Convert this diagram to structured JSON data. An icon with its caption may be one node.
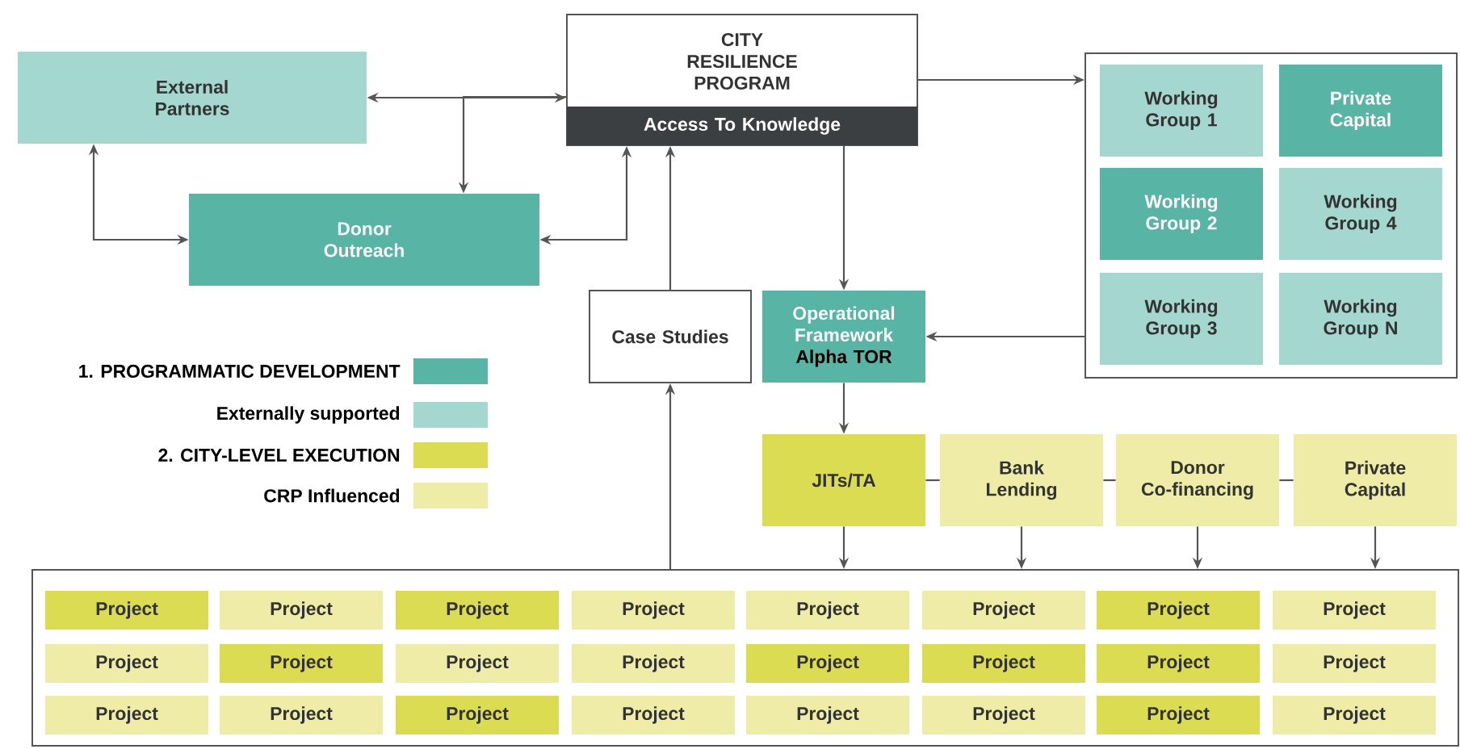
{
  "diagram": {
    "nodes": [
      {
        "text": [
          "External Partners"
        ]
      },
      {
        "text": [
          "CITY RESILIENCE PROGRAM",
          "Access To Knowledge"
        ]
      },
      {
        "text": [
          "Donor Outreach"
        ]
      },
      {
        "text": [],
        "shape": "box"
      },
      {
        "text": [
          "Working Group 1"
        ],
        "in": 3
      },
      {
        "text": [
          "Private Capital"
        ],
        "in": 3
      },
      {
        "text": [
          "Working Group 2"
        ],
        "in": 3
      },
      {
        "text": [
          "Working Group 4"
        ],
        "in": 3
      },
      {
        "text": [
          "Working Group 3"
        ],
        "in": 3
      },
      {
        "text": [
          "Working Group N"
        ],
        "in": 3
      },
      {
        "text": [
          "Case Studies"
        ]
      },
      {
        "text": [
          "Operational Framework",
          "Alpha TOR"
        ]
      },
      {
        "text": [
          "JITs/TA"
        ]
      },
      {
        "text": [
          "Bank Lending"
        ]
      },
      {
        "text": [
          "Donor Co-financing"
        ]
      },
      {
        "text": [
          "Private Capital"
        ]
      },
      {
        "text": [],
        "shape": "box"
      },
      {
        "text": [
          "Project"
        ],
        "in": 16
      },
      {
        "text": [
          "Project"
        ],
        "in": 16
      },
      {
        "text": [
          "Project"
        ],
        "in": 16
      },
      {
        "text": [
          "Project"
        ],
        "in": 16
      },
      {
        "text": [
          "Project"
        ],
        "in": 16
      },
      {
        "text": [
          "Project"
        ],
        "in": 16
      },
      {
        "text": [
          "Project"
        ],
        "in": 16
      },
      {
        "text": [
          "Project"
        ],
        "in": 16
      },
      {
        "text": [
          "Project"
        ],
        "in": 16
      },
      {
        "text": [
          "Project"
        ],
        "in": 16
      },
      {
        "text": [
          "Project"
        ],
        "in": 16
      },
      {
        "text": [
          "Project"
        ],
        "in": 16
      },
      {
        "text": [
          "Project"
        ],
        "in": 16
      },
      {
        "text": [
          "Project"
        ],
        "in": 16
      },
      {
        "text": [
          "Project"
        ],
        "in": 16
      },
      {
        "text": [
          "Project"
        ],
        "in": 16
      },
      {
        "text": [
          "Project"
        ],
        "in": 16
      },
      {
        "text": [
          "Project"
        ],
        "in": 16
      },
      {
        "text": [
          "Project"
        ],
        "in": 16
      },
      {
        "text": [
          "Project"
        ],
        "in": 16
      },
      {
        "text": [
          "Project"
        ],
        "in": 16
      },
      {
        "text": [
          "Project"
        ],
        "in": 16
      },
      {
        "text": [
          "Project"
        ],
        "in": 16
      },
      {
        "text": [
          "Project"
        ],
        "in": 16
      }
    ],
    "edges": [
      {
        "from": 0,
        "to": 1,
        "arrow": "both"
      },
      {
        "from": 1,
        "to": 2,
        "arrow": "to"
      },
      {
        "from": 0,
        "to": 2,
        "arrow": "both"
      },
      {
        "from": 2,
        "to": 1,
        "arrow": "both"
      },
      {
        "from": 1,
        "to": 3,
        "arrow": "to"
      },
      {
        "from": 1,
        "to": 11,
        "arrow": "to"
      },
      {
        "from": 3,
        "to": 11,
        "arrow": "to"
      },
      {
        "from": 10,
        "to": 1,
        "arrow": "to"
      },
      {
        "from": 16,
        "to": 10,
        "arrow": "to"
      },
      {
        "from": 11,
        "to": 12,
        "arrow": "to"
      },
      {
        "from": 12,
        "to": 13,
        "arrow": "none"
      },
      {
        "from": 13,
        "to": 14,
        "arrow": "none"
      },
      {
        "from": 14,
        "to": 15,
        "arrow": "none"
      },
      {
        "from": 12,
        "to": 16,
        "arrow": "to"
      },
      {
        "from": 13,
        "to": 16,
        "arrow": "to"
      },
      {
        "from": 14,
        "to": 16,
        "arrow": "to"
      },
      {
        "from": 15,
        "to": 16,
        "arrow": "to"
      }
    ],
    "legend": [
      {
        "text": "1. PROGRAMMATIC DEVELOPMENT",
        "color": "#58b4a5"
      },
      {
        "text": "Externally supported",
        "color": "#a3d7d0"
      },
      {
        "text": "2. CITY-LEVEL EXECUTION",
        "color": "#dcdc52"
      },
      {
        "text": "CRP Influenced",
        "color": "#eeeca7"
      }
    ]
  }
}
